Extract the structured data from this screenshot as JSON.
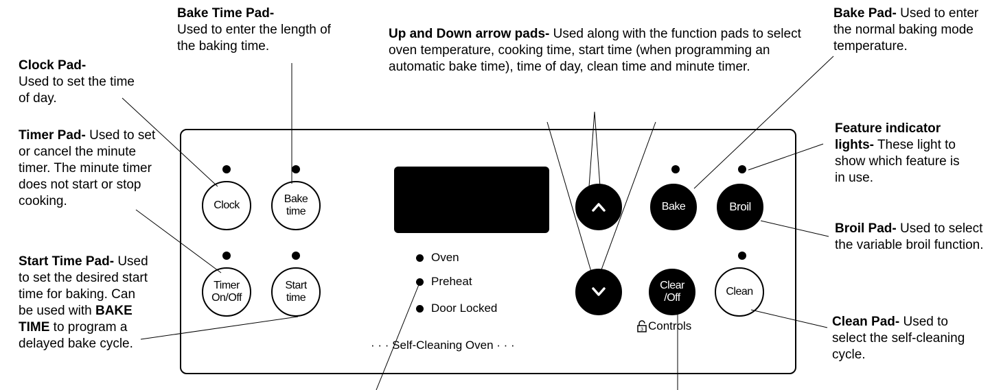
{
  "callouts": {
    "clock": {
      "title": "Clock Pad",
      "text": "Used to set the time of day."
    },
    "bake_time": {
      "title": "Bake Time Pad",
      "text": "Used to enter the length of the baking time."
    },
    "arrows": {
      "title": "Up and Down arrow pads",
      "text": "Used along with the function pads to select oven temperature, cooking time, start time (when programming an automatic bake time), time of day, clean time and minute timer."
    },
    "bake": {
      "title": "Bake Pad",
      "text": "Used to enter the normal baking mode temperature."
    },
    "timer": {
      "title": "Timer Pad",
      "text": "Used to set or cancel the minute timer. The minute timer does not start or stop cooking."
    },
    "start_time": {
      "title": "Start Time Pad",
      "text_before": "Used to set the desired start time for baking. Can be used with",
      "bold": "BAKE TIME",
      "text_after": "to program a delayed bake cycle."
    },
    "feature": {
      "title": "Feature indicator lights",
      "text": "These light to show which feature is in use."
    },
    "broil": {
      "title": "Broil Pad",
      "text": "Used to select the variable broil function."
    },
    "clean": {
      "title": "Clean Pad",
      "text": "Used to select the self-cleaning cycle."
    }
  },
  "panel": {
    "pads": {
      "clock": "Clock",
      "bake_time": "Bake time",
      "timer": "Timer On/Off",
      "start_time": "Start time",
      "up": "^",
      "down": "v",
      "bake": "Bake",
      "broil": "Broil",
      "clear_off": "Clear /Off",
      "clean": "Clean"
    },
    "indicators": [
      "Oven",
      "Preheat",
      "Door Locked"
    ],
    "brand_line": "· · ·  Self-Cleaning Oven  · · ·",
    "controls_label": "Controls"
  }
}
